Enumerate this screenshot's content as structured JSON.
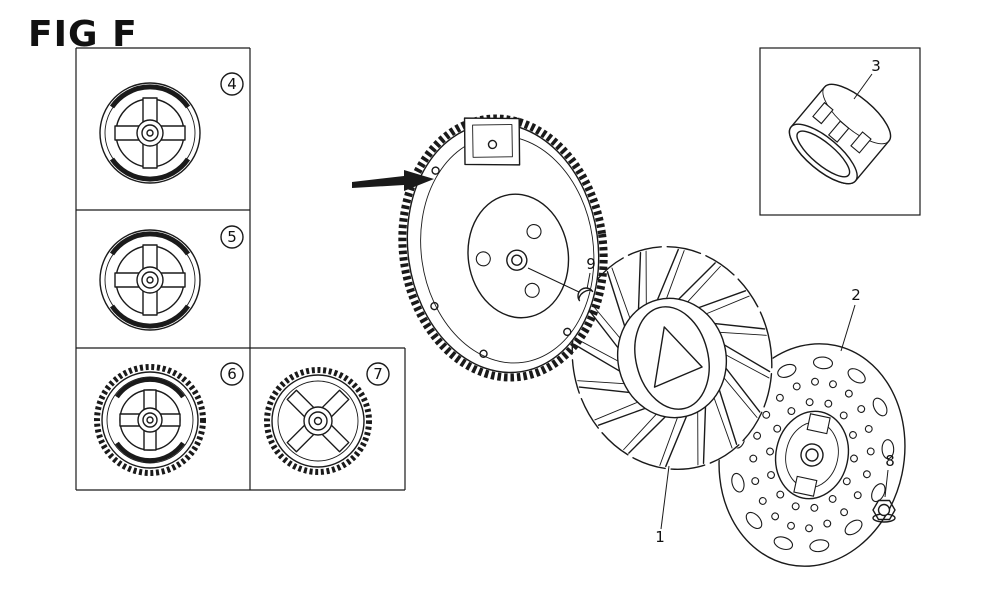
{
  "figure": {
    "title": "FIG F"
  },
  "callouts": {
    "part1": "1",
    "part2": "2",
    "part3": "3",
    "part4": "4",
    "part5": "5",
    "part6": "6",
    "part7": "7",
    "part8": "8",
    "part9": "9"
  },
  "colors": {
    "line": "#1a1a1a",
    "background": "#ffffff"
  }
}
